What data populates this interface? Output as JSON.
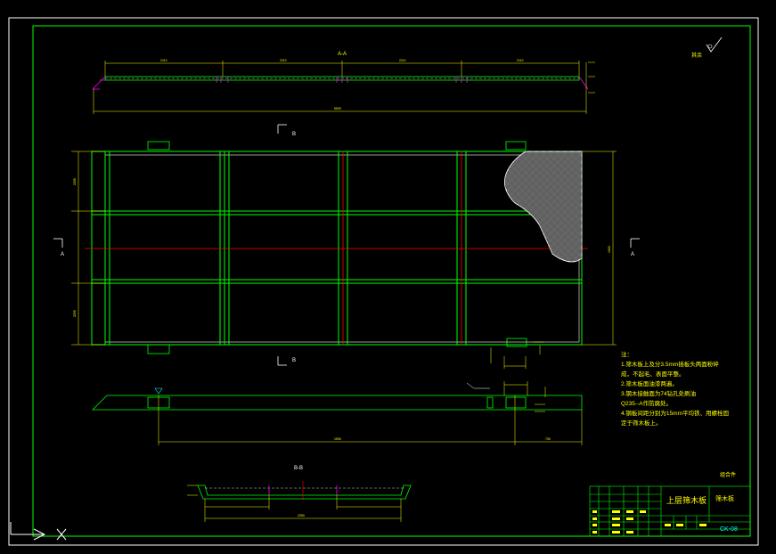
{
  "drawing": {
    "section_aa_label": "A-A",
    "section_bb_label": "B-B",
    "view_arrow_b_top": "B",
    "view_arrow_b_bottom": "B",
    "view_arrow_a_left": "A",
    "view_arrow_a_right": "A",
    "surface_finish_label": "其余",
    "dim_labels_small": [
      "2110",
      "2110",
      "2110",
      "2110",
      "5500",
      "2295",
      "2295",
      "1600",
      "1500",
      "700",
      "2250"
    ]
  },
  "notes": {
    "heading": "注：",
    "lines": [
      "1.筛木板上及分3.5mm插板头两面粉碎",
      "成，不起毛、表面平整。",
      "2.筛木板面油漆两遍。",
      "3.钢木接触面为74钻孔处刷油",
      "Q235--A作防腐处。",
      "4.钢板间距分别为15mm平均铁、用螺栓固",
      "定于筛木板上。"
    ]
  },
  "title_block": {
    "part_name": "上层筛木板",
    "material": "筛木板",
    "drawing_number": "CK-08",
    "scale_note": "组合件"
  },
  "colors": {
    "frame": "#00ff00",
    "outline": "#ffffff",
    "dimension": "#ffff00",
    "center_line": "#ff0000",
    "hidden": "#ff00ff",
    "background": "#000000"
  }
}
